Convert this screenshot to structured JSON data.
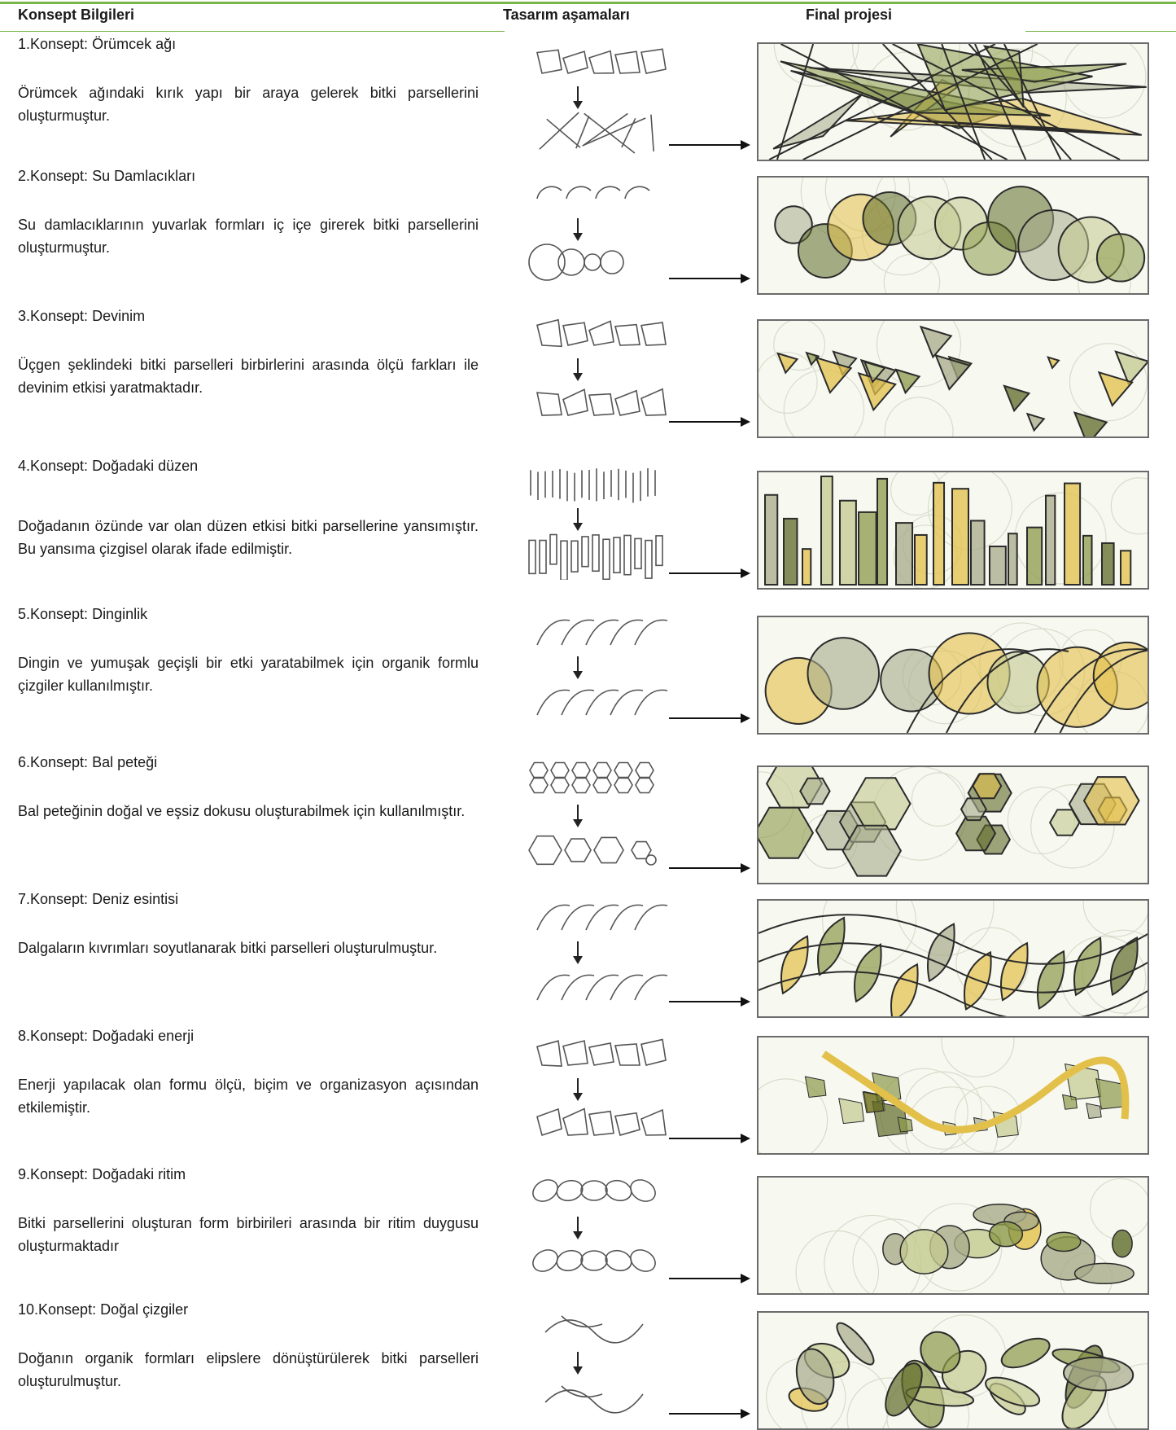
{
  "headers": {
    "col1": "Konsept Bilgileri",
    "col2": "Tasarım aşamaları",
    "col3": "Final projesi"
  },
  "concepts": [
    {
      "title": "1.Konsept: Örümcek ağı",
      "description": "Örümcek ağındaki kırık yapı bir araya gelerek bitki parsellerini oluşturmuştur.",
      "motif": "web"
    },
    {
      "title": "2.Konsept: Su Damlacıkları",
      "description": "Su damlacıklarının yuvarlak formları iç içe girerek bitki parsellerini oluşturmuştur.",
      "motif": "circles"
    },
    {
      "title": "3.Konsept: Devinim",
      "description": "Üçgen şeklindeki bitki parselleri birbirlerini arasında ölçü farkları ile devinim etkisi yaratmaktadır.",
      "motif": "triangles"
    },
    {
      "title": "4.Konsept: Doğadaki düzen",
      "description": "Doğadanın özünde var olan düzen etkisi bitki parsellerine yansımıştır. Bu yansıma çizgisel olarak ifade edilmiştir.",
      "motif": "bars"
    },
    {
      "title": "5.Konsept: Dinginlik",
      "description": "Dingin ve yumuşak geçişli bir etki yaratabilmek için organik formlu çizgiler kullanılmıştır.",
      "motif": "arcs"
    },
    {
      "title": "6.Konsept: Bal peteği",
      "description": "Bal peteğinin doğal ve eşsiz dokusu oluşturabilmek için kullanılmıştır.",
      "motif": "hexagons"
    },
    {
      "title": "7.Konsept: Deniz esintisi",
      "description": "Dalgaların kıvrımları soyutlanarak bitki parselleri oluşturulmuştur.",
      "motif": "leaves"
    },
    {
      "title": "8.Konsept: Doğadaki enerji",
      "description": "Enerji yapılacak olan formu ölçü, biçim ve organizasyon açısından etkilemiştir.",
      "motif": "polygons"
    },
    {
      "title": "9.Konsept: Doğadaki ritim",
      "description": "Bitki parsellerini oluşturan form birbirileri arasında bir ritim duygusu oluşturmaktadır",
      "motif": "blobs"
    },
    {
      "title": "10.Konsept: Doğal çizgiler",
      "description": "Doğanın organik formları elipslere dönüştürülerek bitki parselleri oluşturulmuştur.",
      "motif": "ellipses"
    }
  ],
  "palette": {
    "accent_line": "#78b64a",
    "olive_dark": "#5f6b2a",
    "olive": "#8c9a4a",
    "olive_light": "#c3c98f",
    "yellow": "#e2c04a",
    "grey_green": "#a7ab8a",
    "stroke": "#2b2b2b"
  }
}
